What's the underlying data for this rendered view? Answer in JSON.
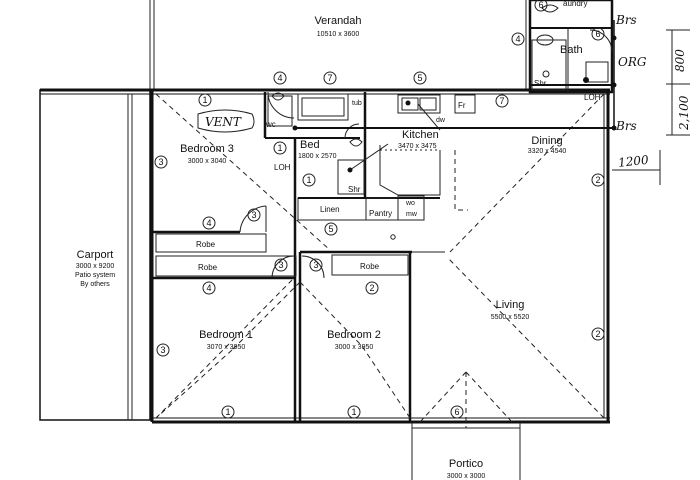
{
  "rooms": {
    "verandah": {
      "name": "Verandah",
      "dims": "10510 x 3600"
    },
    "laundry": {
      "name": "aundry"
    },
    "bath": {
      "name": "Bath",
      "shr": "Shr"
    },
    "bedroom3": {
      "name": "Bedroom 3",
      "dims": "3000 x 3040"
    },
    "ensuite": {
      "name": "Bed",
      "dims": "1800 x 2570",
      "wc": "wc",
      "shr": "Shr"
    },
    "kitchen": {
      "name": "Kitchen",
      "dims": "3470 x 3475"
    },
    "dining": {
      "name": "Dining",
      "dims": "3320 x 4540"
    },
    "carport": {
      "name": "Carport",
      "dims": "3000 x 9200",
      "note1": "Patio system",
      "note2": "By others"
    },
    "bedroom1": {
      "name": "Bedroom 1",
      "dims": "3070 x 3950"
    },
    "bedroom2": {
      "name": "Bedroom 2",
      "dims": "3000 x 3950"
    },
    "living": {
      "name": "Living",
      "dims": "5500 x 5520"
    },
    "portico": {
      "name": "Portico",
      "dims": "3000 x 3000"
    }
  },
  "fixtures": {
    "tub": "tub",
    "fr": "Fr",
    "dw": "dw",
    "linen": "Linen",
    "pantry": "Pantry",
    "wo": "wo",
    "mw": "mw",
    "robe_bed3": "Robe",
    "robe_bed1": "Robe",
    "robe_bed2": "Robe"
  },
  "annotations": {
    "vent": "VENT",
    "brs_top": "Brs",
    "brs_mid": "Brs",
    "org": "ORG",
    "loh_bath": "LOH",
    "loh_bed": "LOH",
    "dim_800": "800",
    "dim_2100": "2,100",
    "dim_1200": "1200"
  },
  "circuit_markers": {
    "m_laundry": "6",
    "m_laundry_side": "4",
    "m_bath": "6",
    "m_lamp_left": "4",
    "m_verandah_7a": "7",
    "m_verandah_5": "5",
    "m_verandah_7b": "7",
    "m_bed3_ceiling": "1",
    "m_ens_1a": "1",
    "m_ens_1b": "1",
    "m_bed3_3": "3",
    "m_bed3_4": "4",
    "m_bed3_door": "3",
    "m_passage_5": "5",
    "m_hall_3a": "3",
    "m_hall_3b": "3",
    "m_bed1_4": "4",
    "m_bed1_3": "3",
    "m_bed1_1": "1",
    "m_bed2_2": "2",
    "m_bed2_1": "1",
    "m_living_2a": "2",
    "m_living_2b": "2",
    "m_portico_6": "6"
  }
}
